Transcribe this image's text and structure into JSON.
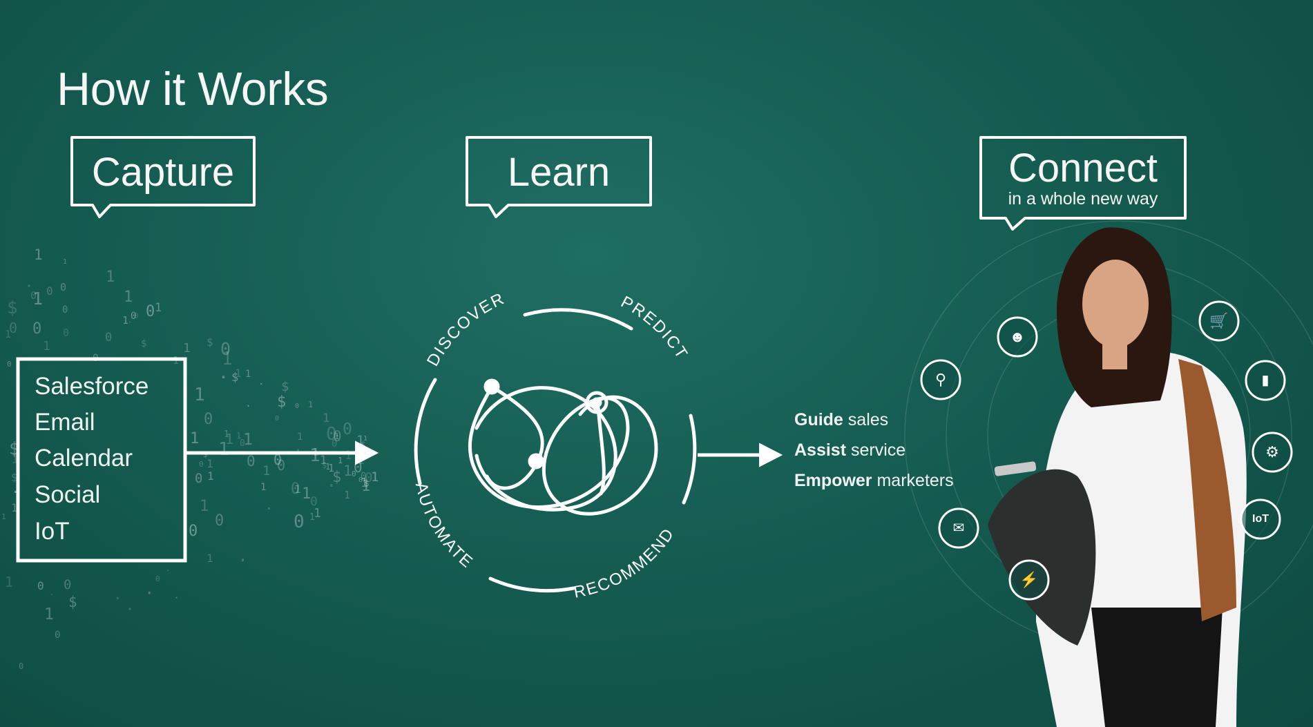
{
  "title": "How it Works",
  "stages": {
    "capture": {
      "label": "Capture"
    },
    "learn": {
      "label": "Learn"
    },
    "connect": {
      "label": "Connect",
      "sublabel": "in a whole new way"
    }
  },
  "sources": [
    "Salesforce",
    "Email",
    "Calendar",
    "Social",
    "IoT"
  ],
  "cycle": [
    "DISCOVER",
    "PREDICT",
    "RECOMMEND",
    "AUTOMATE"
  ],
  "outcomes": [
    {
      "bold": "Guide",
      "rest": "sales"
    },
    {
      "bold": "Assist",
      "rest": "service"
    },
    {
      "bold": "Empower",
      "rest": "marketers"
    }
  ],
  "connect_icons": [
    "people-icon",
    "shopping-cart-icon",
    "location-pin-icon",
    "bar-chart-icon",
    "settings-icon",
    "chat-icon",
    "iot-icon",
    "mobile-icon"
  ],
  "colors": {
    "background": "#155c51",
    "chalk": "#ffffff"
  }
}
